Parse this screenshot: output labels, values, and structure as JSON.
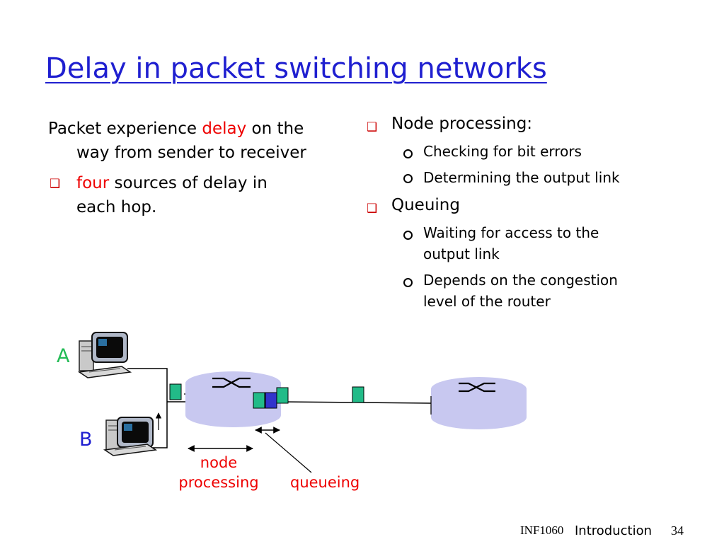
{
  "title": "Delay in packet switching networks",
  "left": {
    "intro_prefix": "Packet experience ",
    "intro_highlight": "delay",
    "intro_suffix": " on the",
    "intro_line2": "way from sender to receiver",
    "bullet_highlight": "four",
    "bullet_suffix": " sources of delay in",
    "bullet_line2": "each hop."
  },
  "right": {
    "items": [
      {
        "label": "Node processing:",
        "subs": [
          [
            "Checking for bit errors"
          ],
          [
            "Determining the output link"
          ]
        ]
      },
      {
        "label": "Queuing",
        "subs": [
          [
            "Waiting for access to the",
            "output link"
          ],
          [
            "Depends on the congestion",
            "level of the router"
          ]
        ]
      }
    ]
  },
  "diagram": {
    "host_a": "A",
    "host_b": "B",
    "node_processing_line1": "node",
    "node_processing_line2": "processing",
    "queueing": "queueing"
  },
  "footer": {
    "course": "INF1060",
    "section": "Introduction",
    "page": "34"
  },
  "colors": {
    "title": "#1f1fd0",
    "highlight": "#ee0000",
    "bullet": "#cc0000",
    "host_label": "#22bb55",
    "packet_green": "#22bb88",
    "packet_blue": "#3333cc",
    "router": "#c8c8f0"
  }
}
